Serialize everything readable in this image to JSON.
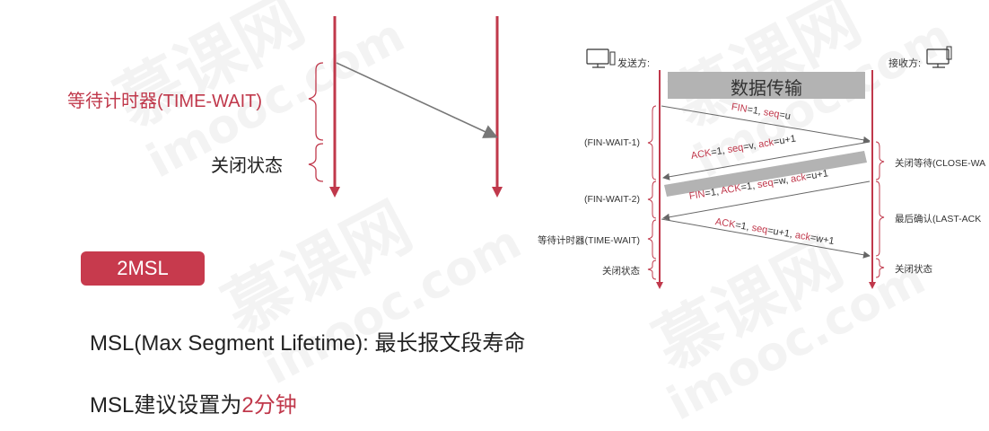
{
  "left_diagram": {
    "time_wait_label": "等待计时器(TIME-WAIT)",
    "closed_label": "关闭状态"
  },
  "badge": "2MSL",
  "lines": {
    "msl_definition": "MSL(Max Segment Lifetime): 最长报文段寿命",
    "msl_suggest_prefix": "MSL建议设置为",
    "msl_suggest_value": "2分钟"
  },
  "right_diagram": {
    "sender_label": "发送方:",
    "receiver_label": "接收方:",
    "data_transfer": "数据传输",
    "msg1": {
      "a": "FIN",
      "b": "=1, ",
      "c": "seq",
      "d": "=u"
    },
    "msg2": {
      "a": "ACK",
      "b": "=1, ",
      "c": "seq",
      "d": "=v, ",
      "e": "ack",
      "f": "=u+1"
    },
    "msg3": {
      "a": "FIN",
      "b": "=1, ",
      "c": "ACK",
      "d": "=1, ",
      "e": "seq",
      "f": "=w, ",
      "g": "ack",
      "h": "=u+1"
    },
    "msg4": {
      "a": "ACK",
      "b": "=1, ",
      "c": "seq",
      "d": "=u+1, ",
      "e": "ack",
      "f": "=w+1"
    },
    "left_states": [
      "(FIN-WAIT-1)",
      "(FIN-WAIT-2)",
      "等待计时器(TIME-WAIT)",
      "关闭状态"
    ],
    "right_states": [
      "关闭等待(CLOSE-WA",
      "最后确认(LAST-ACK",
      "关闭状态"
    ]
  },
  "watermark": [
    "慕课网",
    "imooc.com"
  ]
}
